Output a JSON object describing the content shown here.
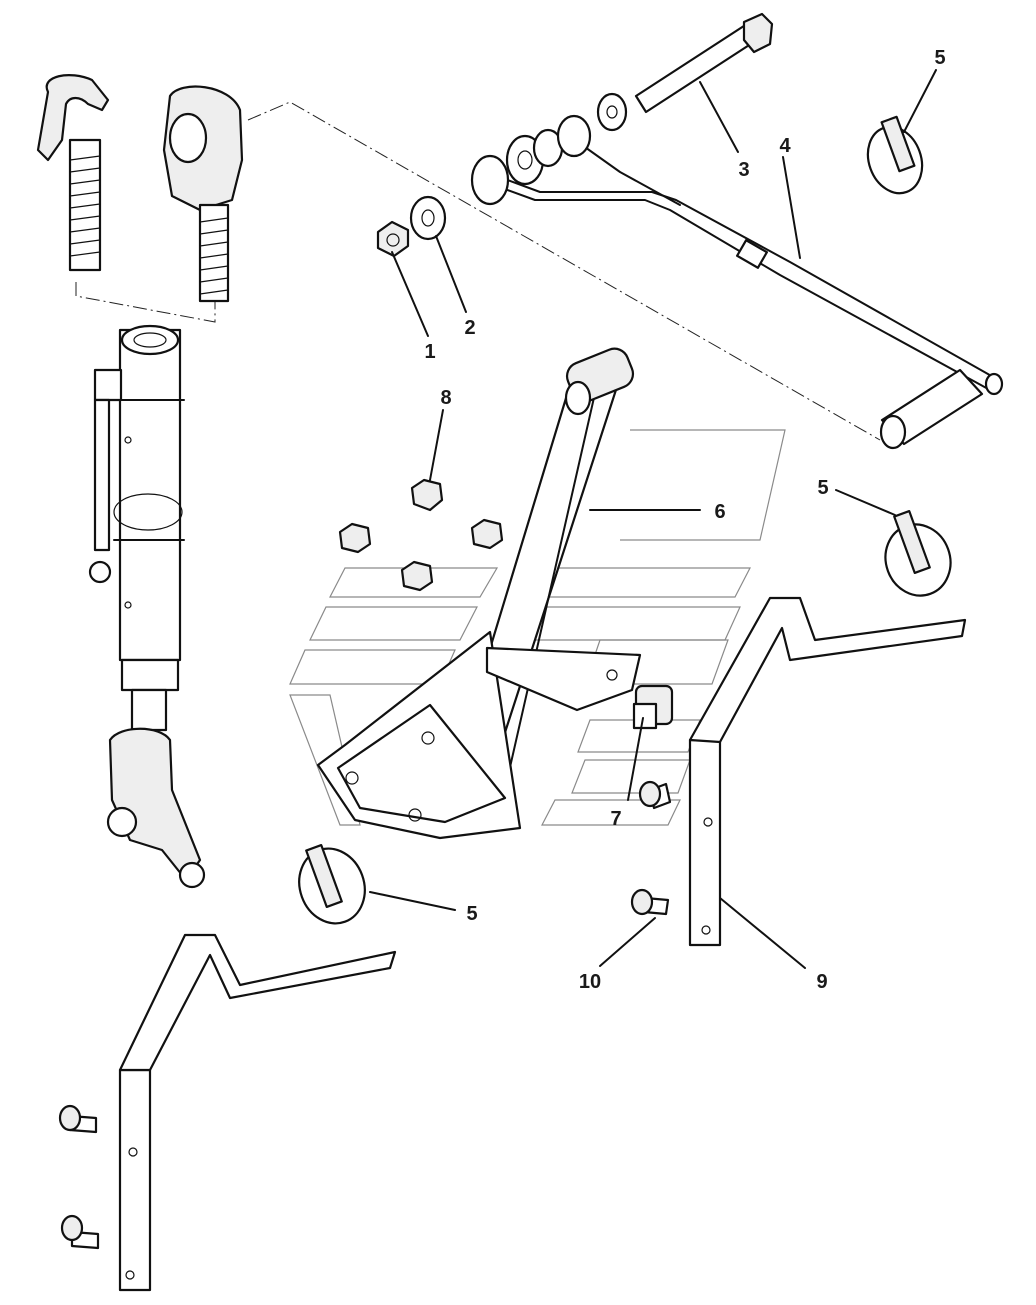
{
  "callouts": [
    {
      "id": "1",
      "label": "1"
    },
    {
      "id": "2",
      "label": "2"
    },
    {
      "id": "3",
      "label": "3"
    },
    {
      "id": "4",
      "label": "4"
    },
    {
      "id": "5a",
      "label": "5"
    },
    {
      "id": "5b",
      "label": "5"
    },
    {
      "id": "5c",
      "label": "5"
    },
    {
      "id": "6",
      "label": "6"
    },
    {
      "id": "7",
      "label": "7"
    },
    {
      "id": "8",
      "label": "8"
    },
    {
      "id": "9",
      "label": "9"
    },
    {
      "id": "10",
      "label": "10"
    }
  ],
  "colors": {
    "line": "#111111",
    "watermark": "#8a8a8a",
    "background": "#ffffff"
  }
}
